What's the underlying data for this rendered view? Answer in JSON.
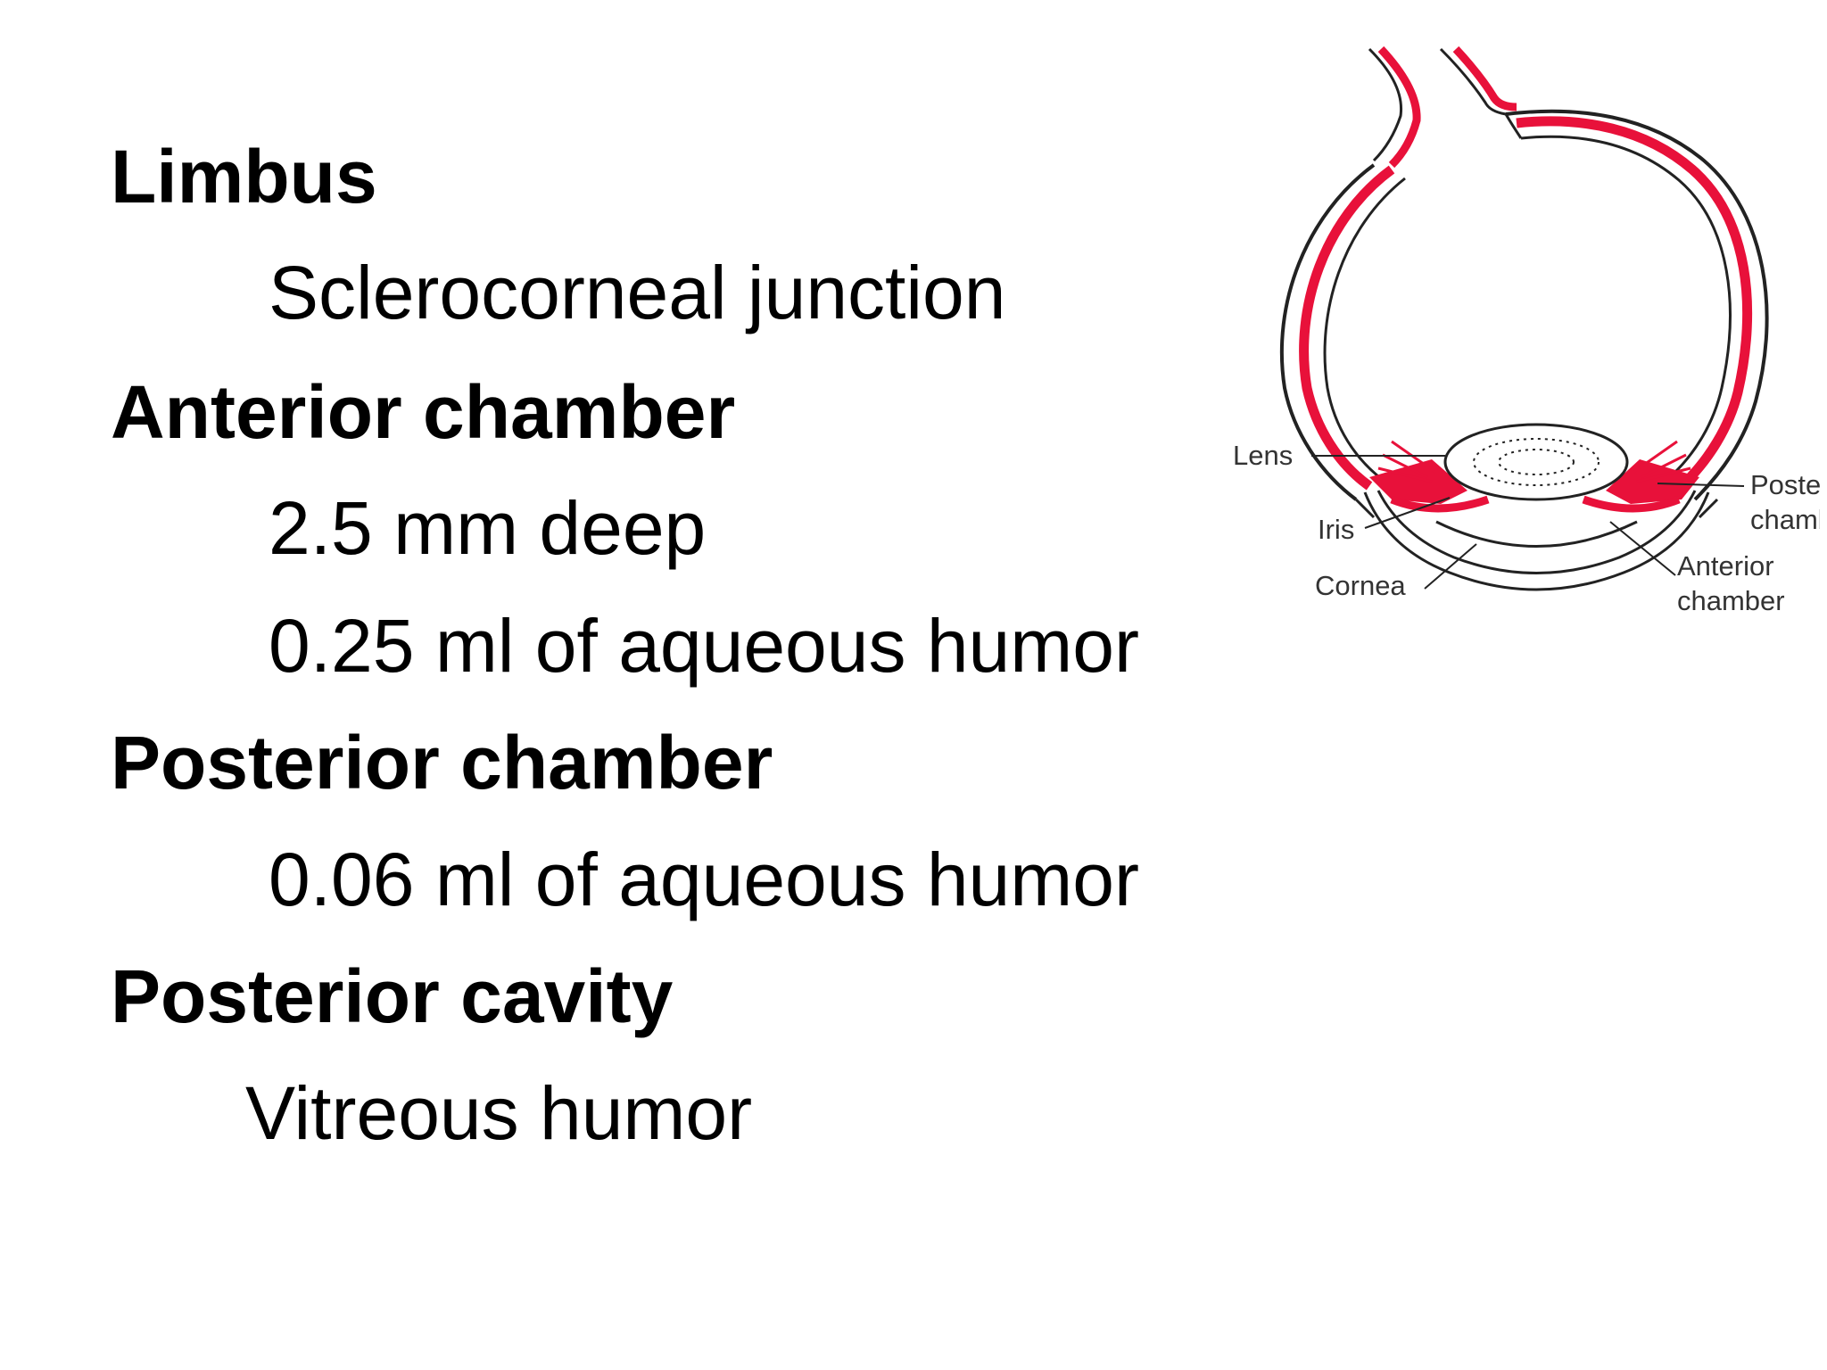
{
  "sections": [
    {
      "heading": "Limbus",
      "details": [
        "Sclerocorneal junction"
      ]
    },
    {
      "heading": "Anterior chamber",
      "details": [
        "2.5 mm deep",
        "0.25 ml of aqueous humor"
      ]
    },
    {
      "heading": "Posterior chamber",
      "details": [
        "0.06 ml of aqueous humor"
      ]
    },
    {
      "heading": "Posterior cavity",
      "details": [
        "Vitreous humor"
      ]
    }
  ],
  "diagram": {
    "labels": {
      "lens": "Lens",
      "iris": "Iris",
      "cornea": "Cornea",
      "posterior_chamber_1": "Posterior",
      "posterior_chamber_2": "chamber",
      "anterior_chamber_1": "Anterior",
      "anterior_chamber_2": "chamber"
    },
    "colors": {
      "choroid": "#e8113a",
      "outline": "#222222"
    }
  }
}
